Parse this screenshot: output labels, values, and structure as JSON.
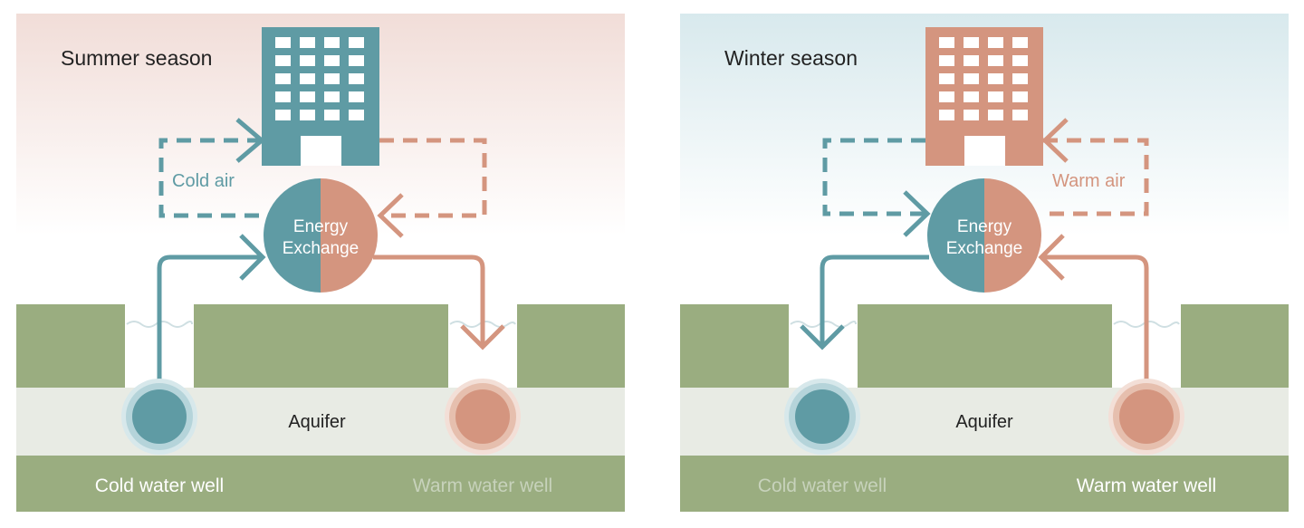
{
  "colors": {
    "teal": "#5f9ba4",
    "salmon": "#d4957f",
    "ground": "#9aad80",
    "aquifer": "#e8ebe4",
    "summer_sky": "#f1ddd8",
    "winter_sky": "#d8e9ed",
    "dim_text": "#c7d2bb",
    "white": "#ffffff"
  },
  "summer": {
    "title": "Summer season",
    "air_label": "Cold air",
    "exchange_line1": "Energy",
    "exchange_line2": "Exchange",
    "aquifer_label": "Aquifer",
    "cold_well_label": "Cold water well",
    "warm_well_label": "Warm water well",
    "building_color": "teal",
    "active_well": "cold"
  },
  "winter": {
    "title": "Winter season",
    "air_label": "Warm air",
    "exchange_line1": "Energy",
    "exchange_line2": "Exchange",
    "aquifer_label": "Aquifer",
    "cold_well_label": "Cold water well",
    "warm_well_label": "Warm water well",
    "building_color": "salmon",
    "active_well": "warm"
  }
}
